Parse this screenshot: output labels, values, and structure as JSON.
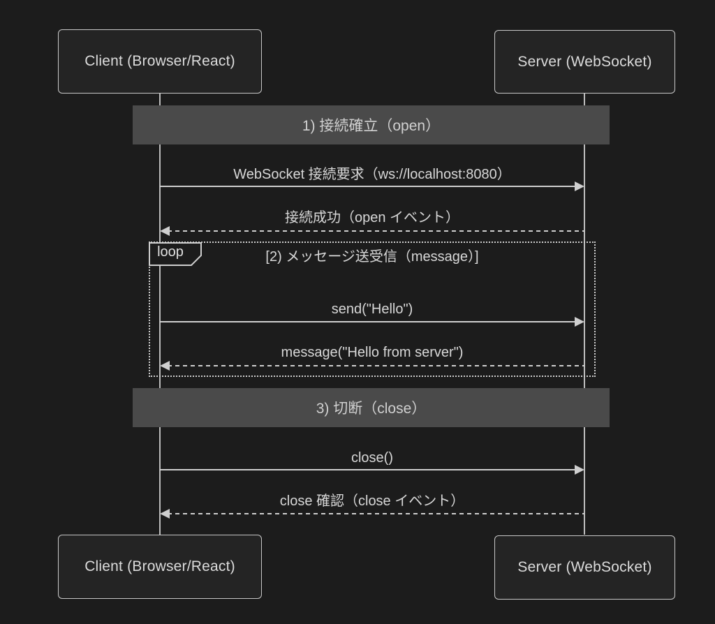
{
  "colors": {
    "background": "#1c1c1c",
    "actor_fill": "#242424",
    "actor_border": "#c8c8c8",
    "section_fill": "#4a4a4a",
    "line": "#cfcfcf",
    "text": "#d8d8d8"
  },
  "actors": {
    "client": "Client (Browser/React)",
    "server": "Server (WebSocket)"
  },
  "sections": [
    {
      "label": "1) 接続確立（open）"
    },
    {
      "label": "3) 切断（close）"
    }
  ],
  "loop": {
    "keyword": "loop",
    "title": "[2) メッセージ送受信（message）]"
  },
  "messages": [
    {
      "text": "WebSocket 接続要求（ws://localhost:8080）",
      "from": "client",
      "to": "server",
      "style": "solid"
    },
    {
      "text": "接続成功（open イベント）",
      "from": "server",
      "to": "client",
      "style": "dashed"
    },
    {
      "text": "send(\"Hello\")",
      "from": "client",
      "to": "server",
      "style": "solid"
    },
    {
      "text": "message(\"Hello from server\")",
      "from": "server",
      "to": "client",
      "style": "dashed"
    },
    {
      "text": "close()",
      "from": "client",
      "to": "server",
      "style": "solid"
    },
    {
      "text": "close 確認（close イベント）",
      "from": "server",
      "to": "client",
      "style": "dashed"
    }
  ]
}
